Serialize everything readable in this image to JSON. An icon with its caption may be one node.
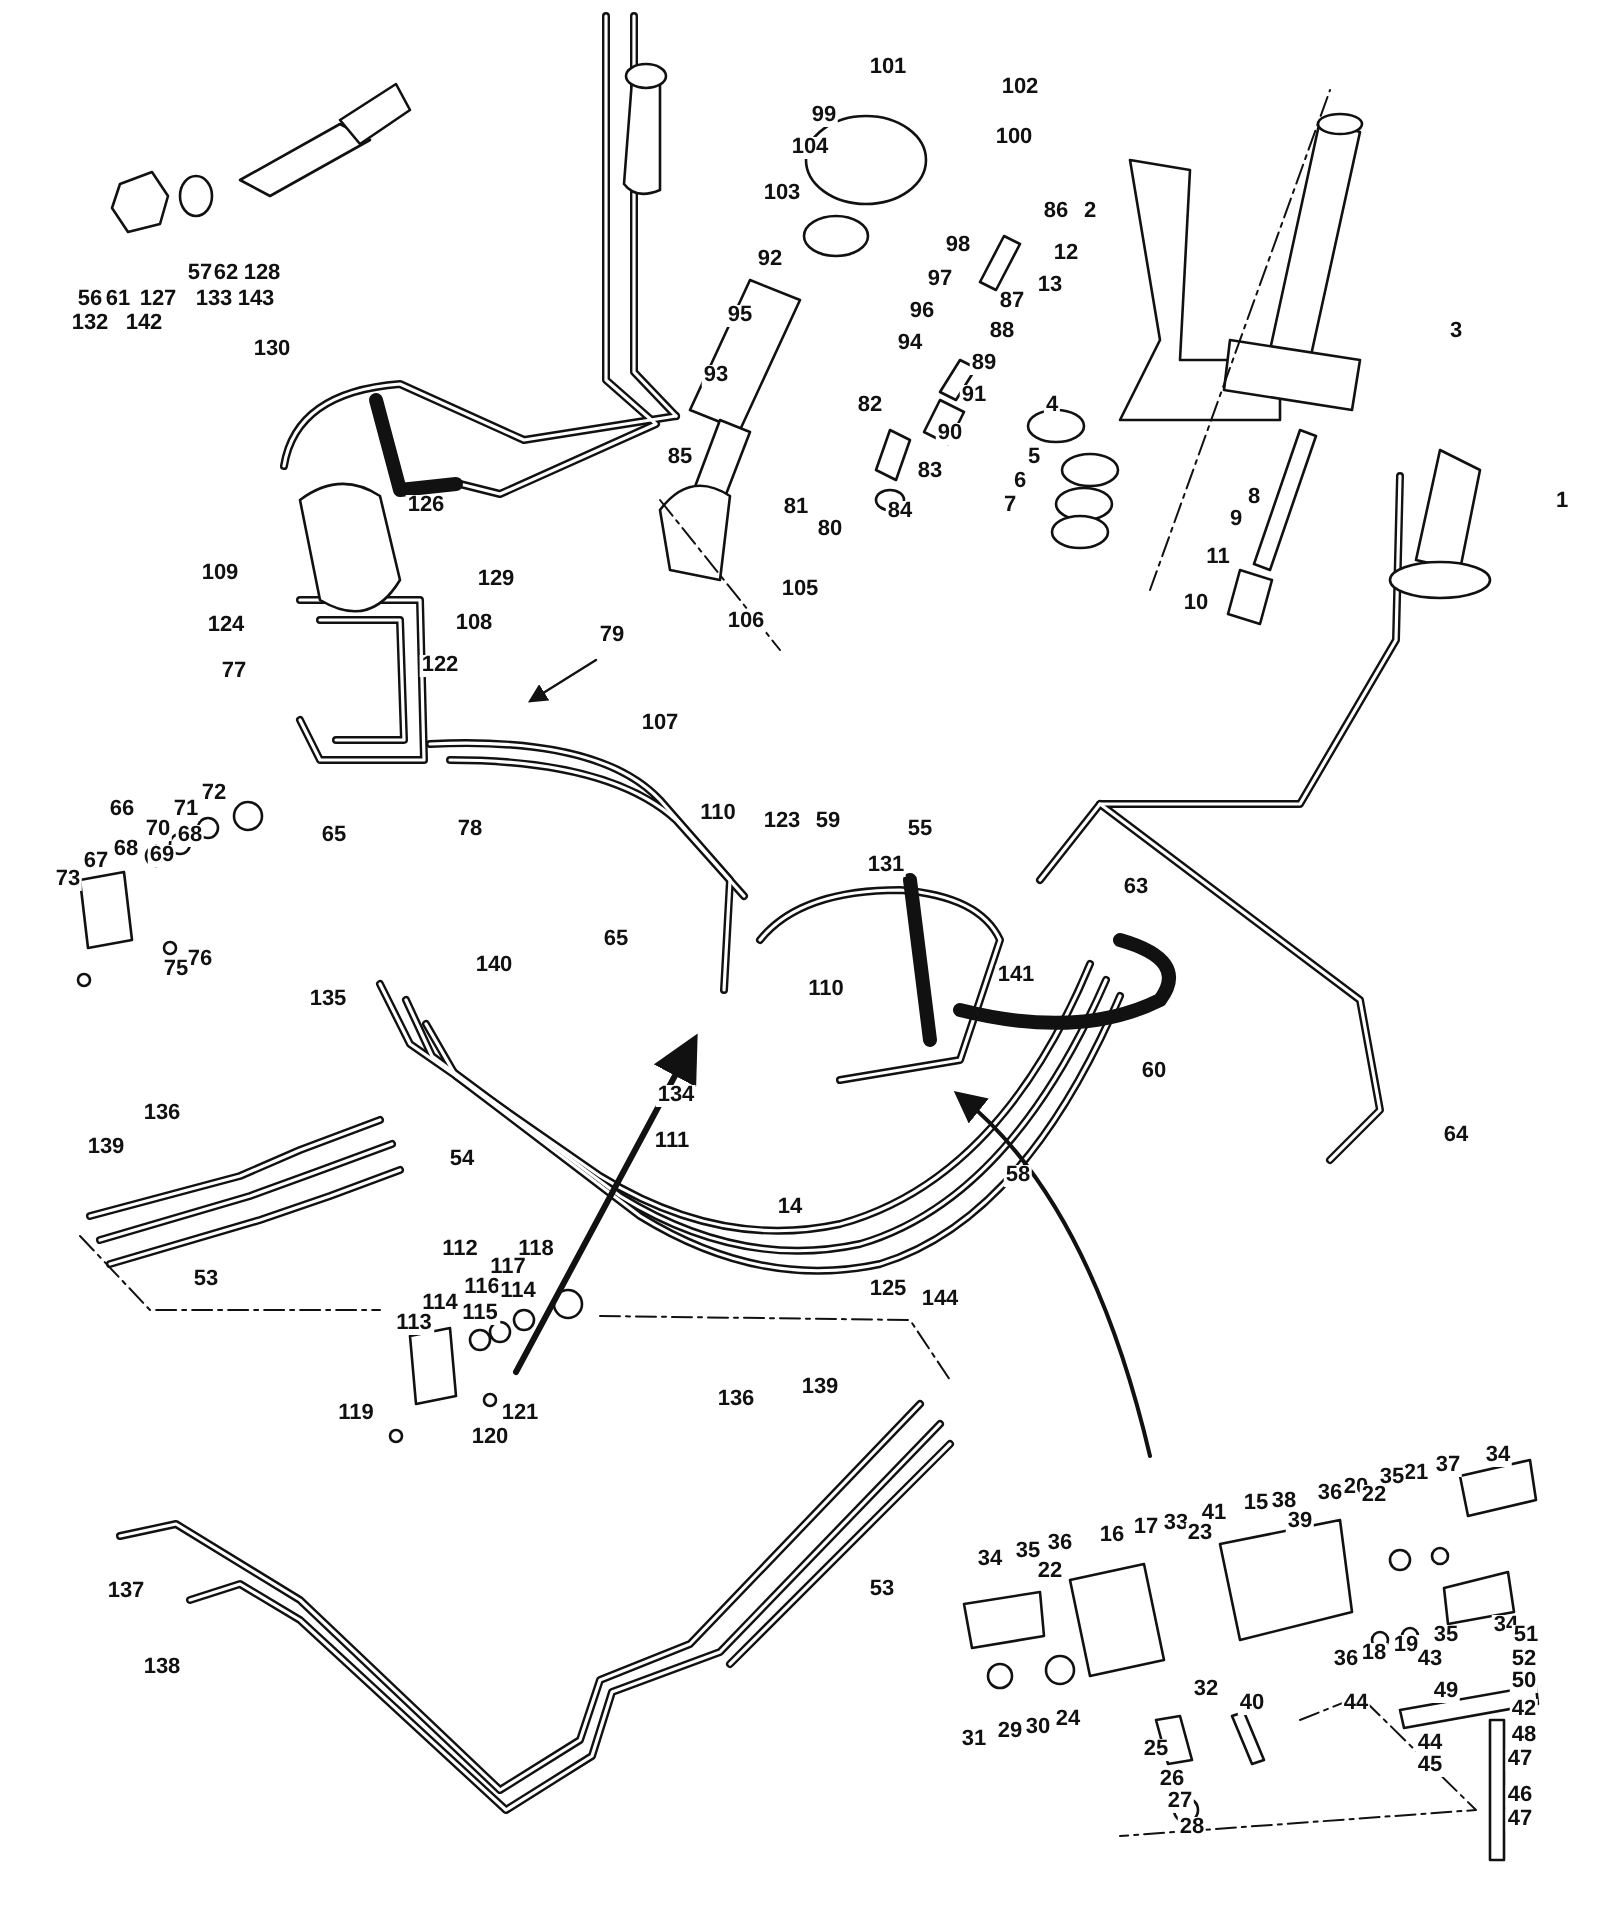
{
  "diagram": {
    "labels": [
      "56",
      "61",
      "127",
      "132",
      "142",
      "57",
      "62",
      "128",
      "133",
      "143",
      "101",
      "102",
      "100",
      "99",
      "104",
      "103",
      "86",
      "2",
      "98",
      "12",
      "92",
      "97",
      "13",
      "87",
      "96",
      "95",
      "88",
      "3",
      "94",
      "130",
      "89",
      "93",
      "91",
      "82",
      "4",
      "90",
      "85",
      "5",
      "83",
      "6",
      "8",
      "1",
      "126",
      "7",
      "81",
      "84",
      "9",
      "80",
      "11",
      "109",
      "129",
      "105",
      "10",
      "106",
      "108",
      "124",
      "79",
      "122",
      "77",
      "107",
      "72",
      "66",
      "71",
      "110",
      "123",
      "59",
      "55",
      "70",
      "78",
      "65",
      "68",
      "68",
      "69",
      "67",
      "131",
      "73",
      "63",
      "65",
      "76",
      "140",
      "75",
      "141",
      "110",
      "135",
      "60",
      "134",
      "136",
      "64",
      "111",
      "139",
      "54",
      "58",
      "14",
      "112",
      "118",
      "117",
      "53",
      "116",
      "125",
      "114",
      "144",
      "114",
      "115",
      "113",
      "139",
      "136",
      "119",
      "121",
      "120",
      "34",
      "37",
      "21",
      "35",
      "20",
      "36",
      "22",
      "15",
      "38",
      "41",
      "39",
      "33",
      "17",
      "23",
      "16",
      "36",
      "35",
      "34",
      "22",
      "53",
      "137",
      "34",
      "35",
      "51",
      "19",
      "18",
      "36",
      "43",
      "52",
      "138",
      "50",
      "32",
      "49",
      "40",
      "44",
      "42",
      "24",
      "30",
      "29",
      "48",
      "31",
      "44",
      "25",
      "47",
      "45",
      "26",
      "46",
      "27",
      "47",
      "28"
    ]
  }
}
